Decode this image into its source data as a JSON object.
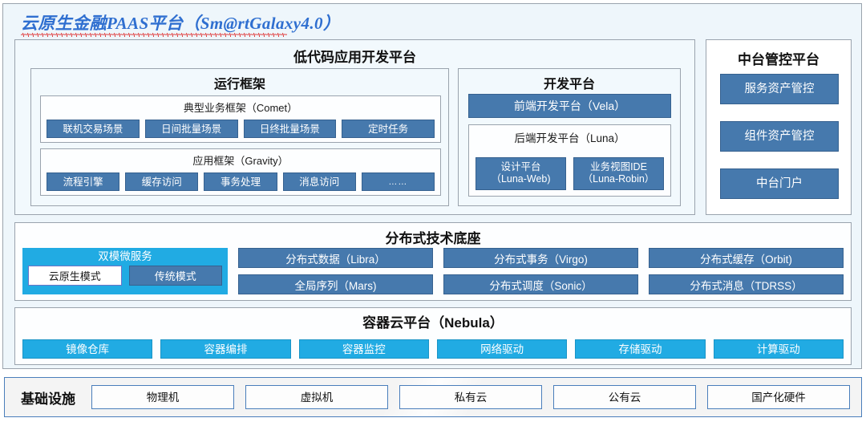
{
  "title": "云原生金融PAAS平台（Sm@rtGalaxy4.0）",
  "colors": {
    "accent_dark_blue": "#4679ad",
    "accent_cyan": "#21abe3",
    "panel_bg": "#eef6fb",
    "border_gray": "#9aa3ad",
    "title_blue": "#2f6fd0",
    "spellcheck_red": "#e03131",
    "infra_border_blue": "#4a7ebb"
  },
  "lowcode": {
    "title": "低代码应用开发平台",
    "runframe": {
      "title": "运行框架",
      "comet": {
        "title": "典型业务框架（Comet）",
        "chips": [
          "联机交易场景",
          "日间批量场景",
          "日终批量场景",
          "定时任务"
        ]
      },
      "gravity": {
        "title": "应用框架（Gravity）",
        "chips": [
          "流程引擎",
          "缓存访问",
          "事务处理",
          "消息访问",
          "……"
        ]
      }
    },
    "devplat": {
      "title": "开发平台",
      "vela": "前端开发平台（Vela）",
      "luna": {
        "title": "后端开发平台（Luna）",
        "chips": [
          {
            "line1": "设计平台",
            "line2": "（Luna-Web)"
          },
          {
            "line1": "业务视图IDE",
            "line2": "（Luna-Robin）"
          }
        ]
      }
    }
  },
  "midplatform": {
    "title": "中台管控平台",
    "chips": [
      "服务资产管控",
      "组件资产管控",
      "中台门户"
    ]
  },
  "distbase": {
    "title": "分布式技术底座",
    "dual": {
      "title": "双模微服务",
      "modes": [
        "云原生模式",
        "传统模式"
      ]
    },
    "columns": [
      [
        "分布式数据（Libra）",
        "全局序列（Mars)"
      ],
      [
        "分布式事务（Virgo)",
        "分布式调度（Sonic）"
      ],
      [
        "分布式缓存（Orbit)",
        "分布式消息（TDRSS）"
      ]
    ]
  },
  "container_cloud": {
    "title": "容器云平台（Nebula）",
    "chips": [
      "镜像仓库",
      "容器编排",
      "容器监控",
      "网络驱动",
      "存储驱动",
      "计算驱动"
    ]
  },
  "infrastructure": {
    "label": "基础设施",
    "chips": [
      "物理机",
      "虚拟机",
      "私有云",
      "公有云",
      "国产化硬件"
    ]
  }
}
